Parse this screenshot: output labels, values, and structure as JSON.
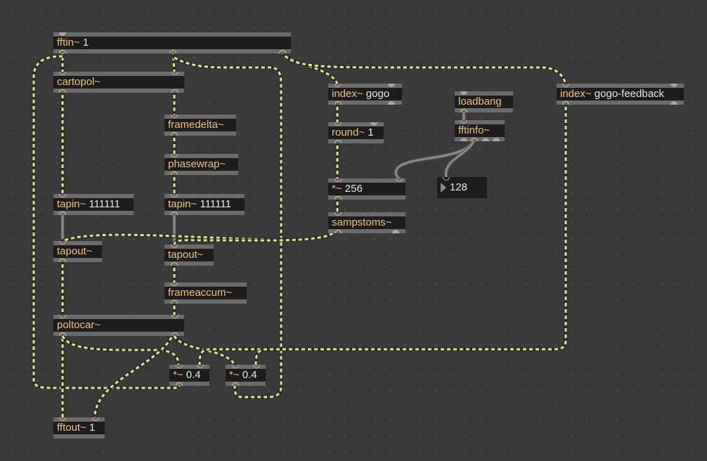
{
  "app": "Max patcher",
  "colors": {
    "background": "#3a3a3a",
    "box_fill": "#1c1c1c",
    "box_border": "#6b6b6b",
    "class_text": "#f0c27a",
    "arg_text": "#e8e8e8",
    "signal_cord": "#d4ee8c",
    "control_cord": "#8a8a8a",
    "inlet": "#e3a19a",
    "outlet": "#cfe26f"
  },
  "objects": {
    "fftin": {
      "class": "fftin~",
      "args": "1"
    },
    "cartopol": {
      "class": "cartopol~",
      "args": ""
    },
    "framedelta": {
      "class": "framedelta~",
      "args": ""
    },
    "phasewrap": {
      "class": "phasewrap~",
      "args": ""
    },
    "tapin_left": {
      "class": "tapin~",
      "args": "111111"
    },
    "tapin_right": {
      "class": "tapin~",
      "args": "111111"
    },
    "tapout_left": {
      "class": "tapout~",
      "args": ""
    },
    "tapout_right": {
      "class": "tapout~",
      "args": ""
    },
    "frameaccum": {
      "class": "frameaccum~",
      "args": ""
    },
    "poltocar": {
      "class": "poltocar~",
      "args": ""
    },
    "mul_left": {
      "class": "*~",
      "args": "0.4"
    },
    "mul_right": {
      "class": "*~",
      "args": "0.4"
    },
    "fftout": {
      "class": "fftout~",
      "args": "1"
    },
    "index_gogo": {
      "class": "index~",
      "args": "gogo"
    },
    "round": {
      "class": "round~",
      "args": "1"
    },
    "mul_256": {
      "class": "*~",
      "args": "256"
    },
    "sampstoms": {
      "class": "sampstoms~",
      "args": ""
    },
    "loadbang": {
      "class": "loadbang",
      "args": ""
    },
    "fftinfo": {
      "class": "fftinfo~",
      "args": ""
    },
    "index_feedback": {
      "class": "index~",
      "args": "gogo-feedback"
    }
  },
  "number_box": {
    "value": "128"
  }
}
